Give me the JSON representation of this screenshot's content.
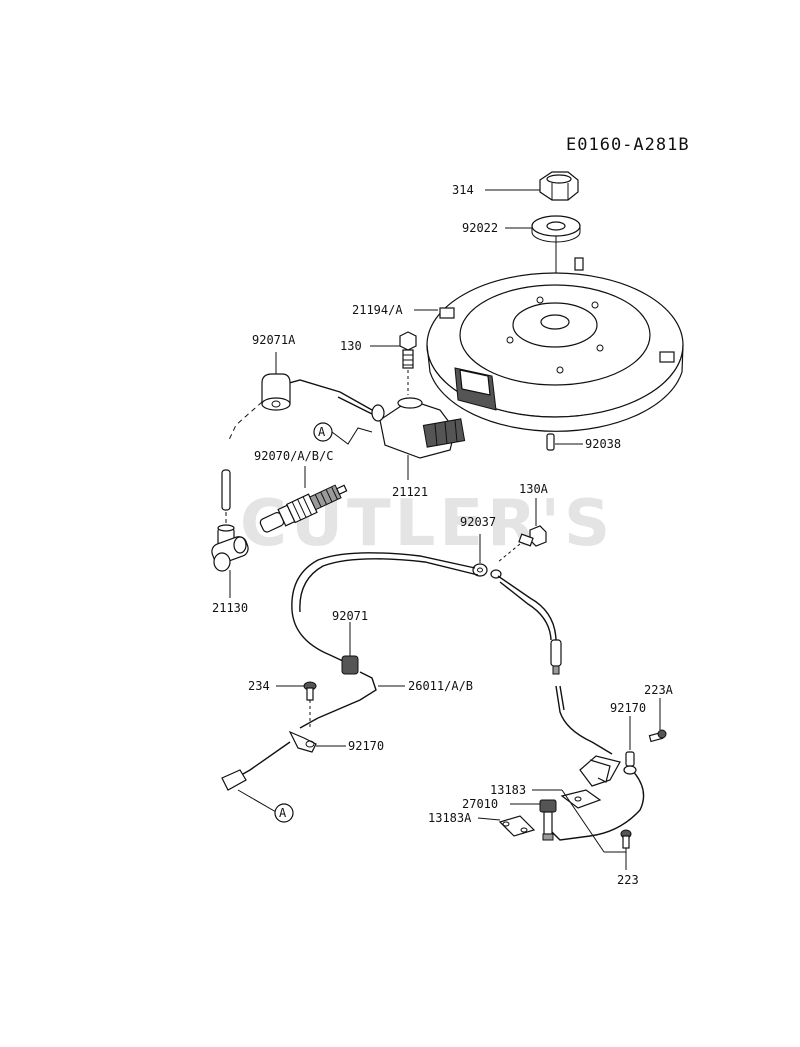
{
  "diagram_code": "E0160-A281B",
  "watermark": "CUTLER'S",
  "callout_letter": "A",
  "parts": {
    "p314": "314",
    "p92022": "92022",
    "p21194": "21194/A",
    "p92071A": "92071A",
    "p130": "130",
    "p92038": "92038",
    "p92070": "92070/A/B/C",
    "p21121": "21121",
    "p130A": "130A",
    "p92037": "92037",
    "p21130": "21130",
    "p92071": "92071",
    "p234": "234",
    "p26011": "26011/A/B",
    "p92170a": "92170",
    "p223A": "223A",
    "p92170b": "92170",
    "p13183": "13183",
    "p27010": "27010",
    "p13183A": "13183A",
    "p223": "223"
  }
}
